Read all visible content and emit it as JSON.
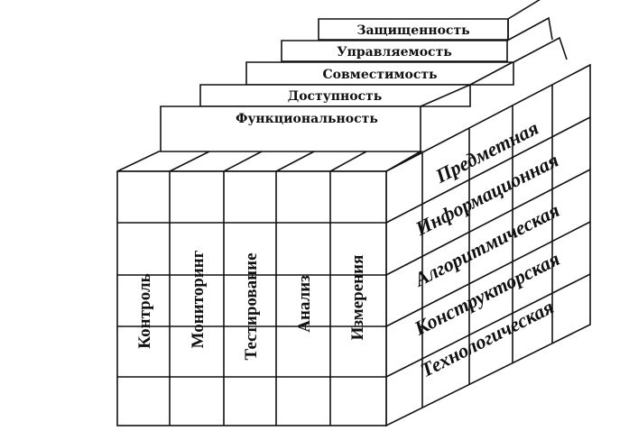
{
  "tabs": [
    "Защищенность",
    "Управляемость",
    "Совместимость",
    "Доступность",
    "Функциональность"
  ],
  "columns": [
    "Контроль",
    "Мониторинг",
    "Тестирование",
    "Анализ",
    "Измерения"
  ],
  "side_labels": [
    "Предметная",
    "Информационная",
    "Алгоритмическая",
    "Конструкторская",
    "Технологическая"
  ],
  "colors": {
    "stroke": "#111111",
    "background": "#ffffff"
  }
}
